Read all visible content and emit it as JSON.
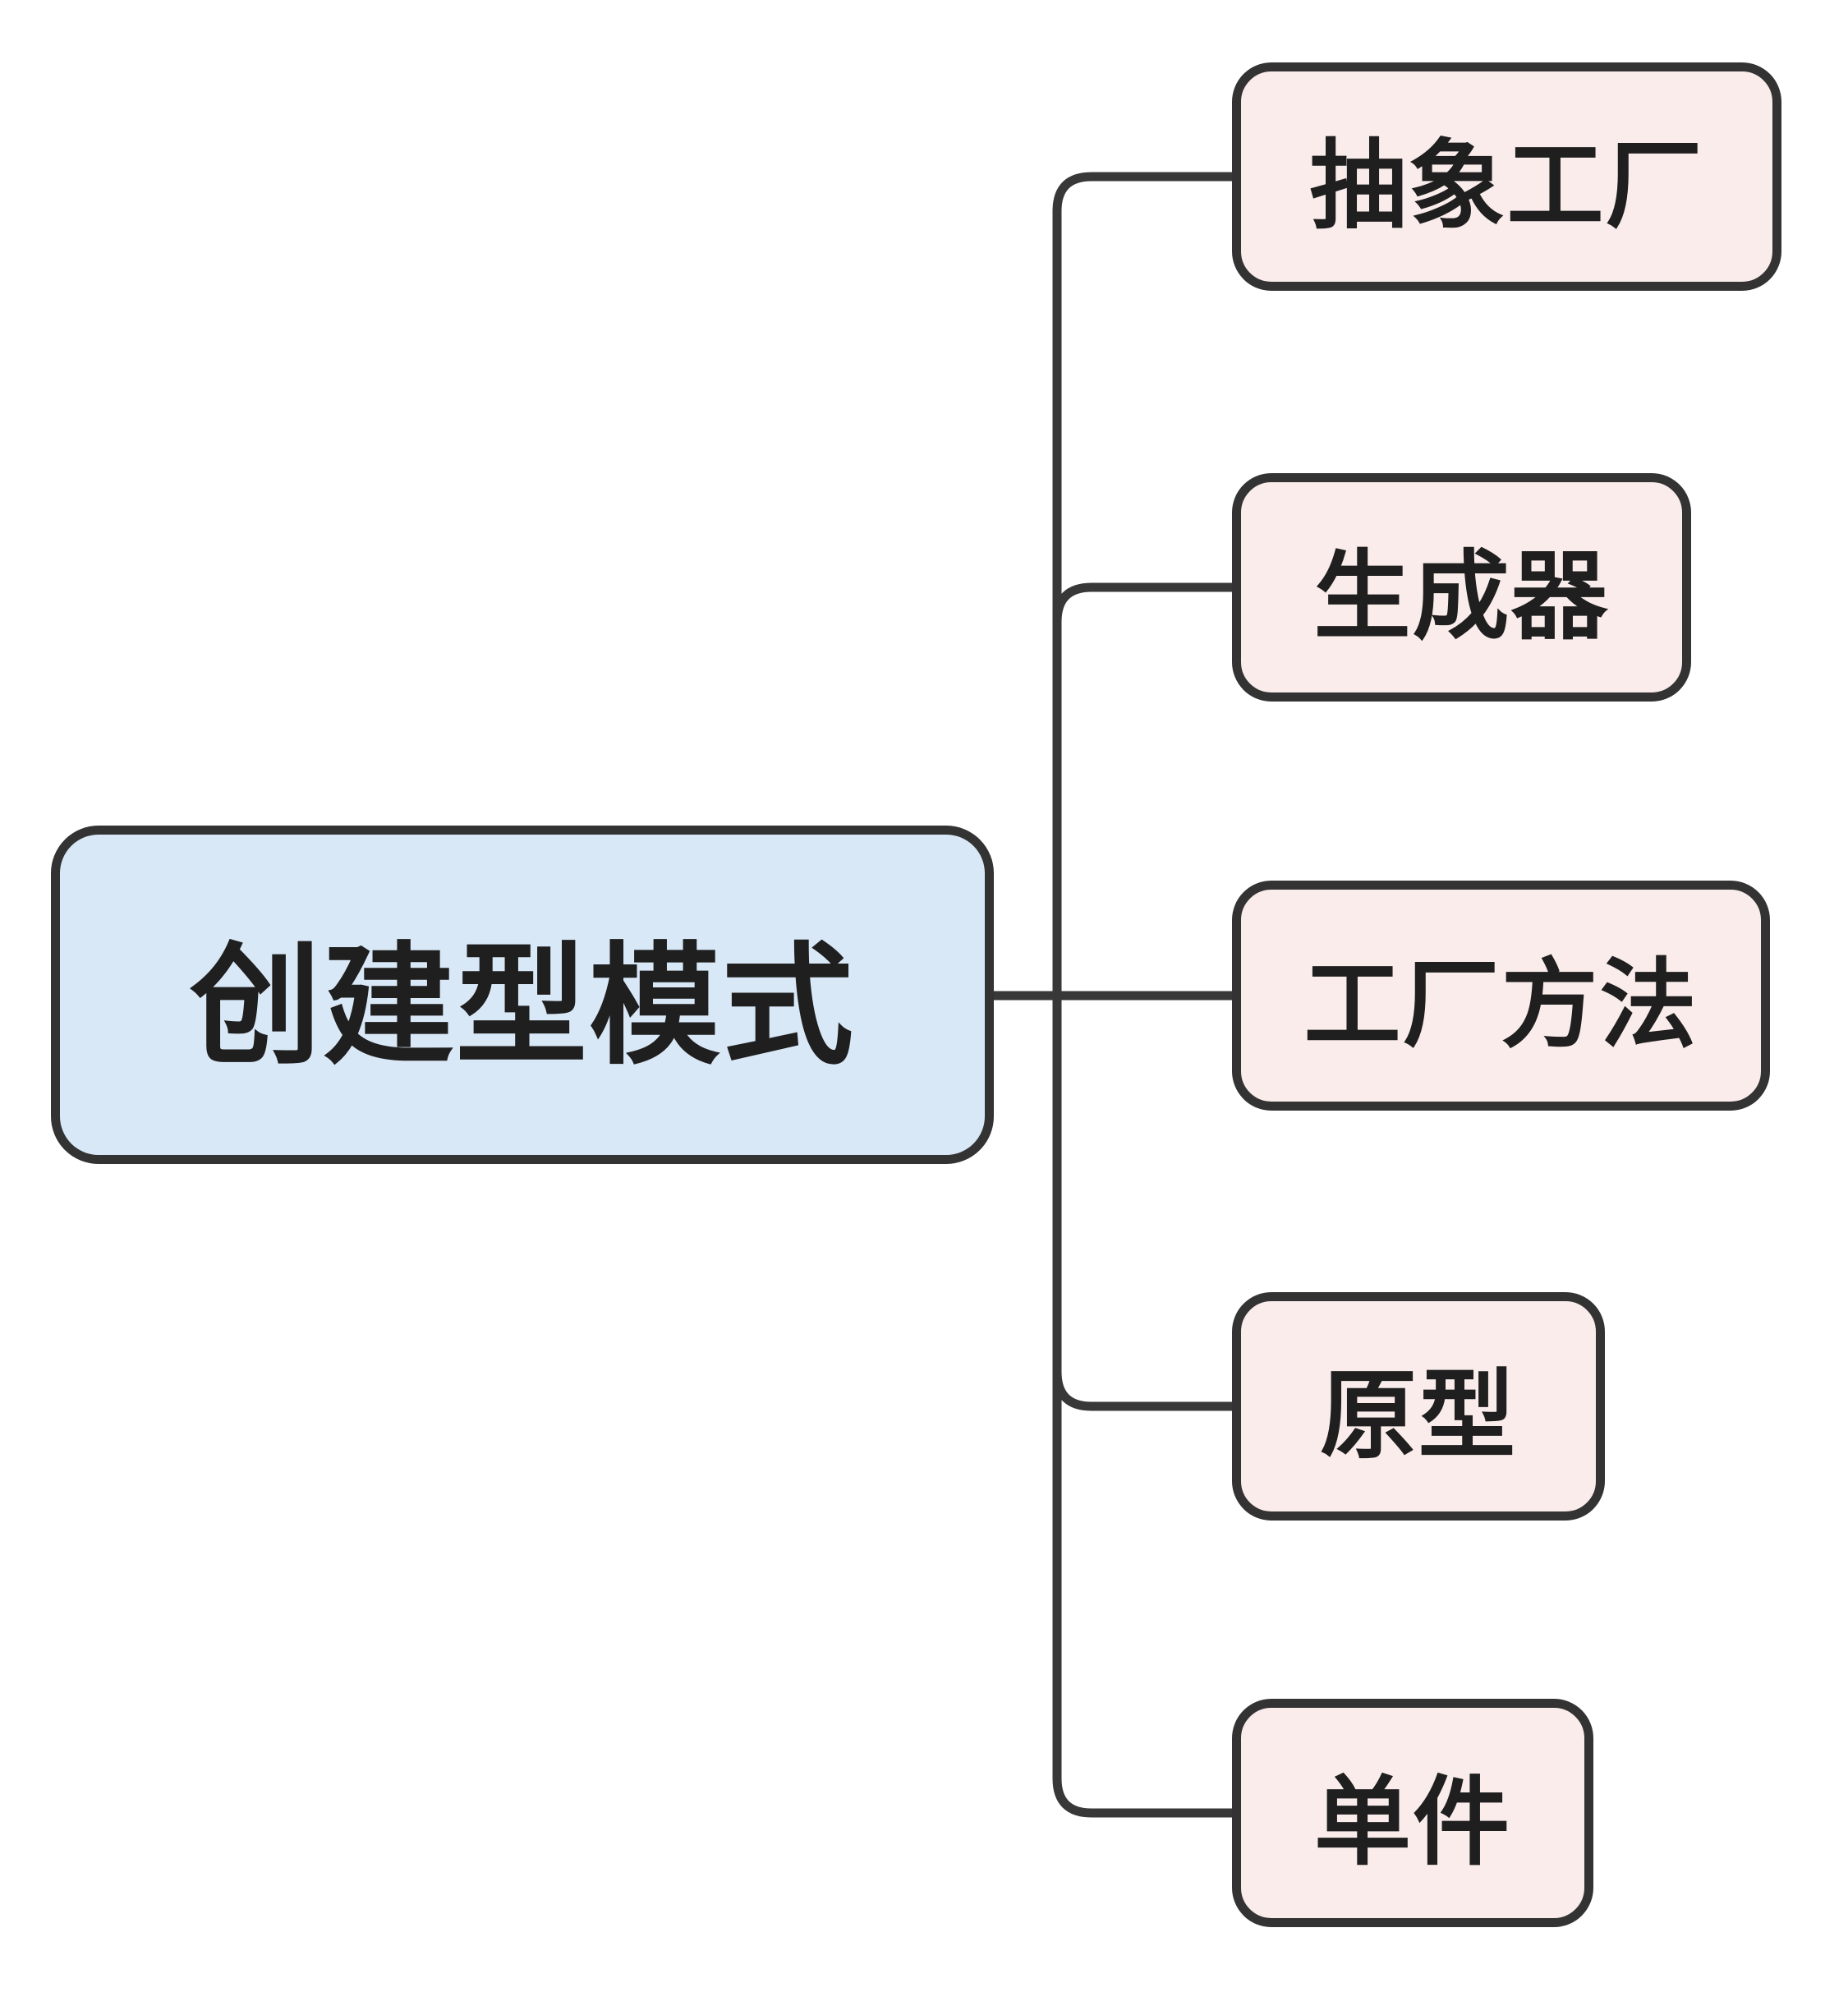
{
  "diagram": {
    "type": "mindmap",
    "root": {
      "label": "创建型模式"
    },
    "children": [
      {
        "label": "抽象工厂"
      },
      {
        "label": "生成器"
      },
      {
        "label": "工厂方法"
      },
      {
        "label": "原型"
      },
      {
        "label": "单件"
      }
    ],
    "colors": {
      "background": "#ffffff",
      "root_fill": "#d9e8f7",
      "child_fill": "#faeceb",
      "node_border": "#333333",
      "connector_line": "#383838",
      "text": "#1f1f1f"
    }
  }
}
